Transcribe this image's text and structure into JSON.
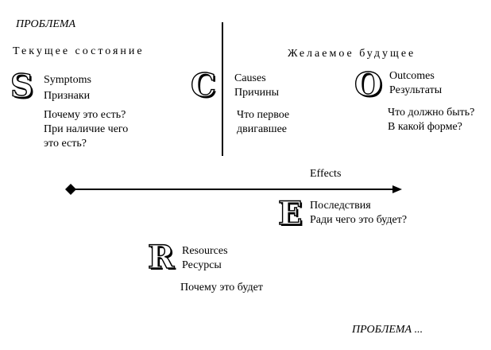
{
  "header": {
    "title": "ПРОБЛЕМА"
  },
  "footer": {
    "title": "ПРОБЛЕМА ..."
  },
  "current_state": {
    "label": "Текущее  состояние"
  },
  "desired_future": {
    "label": "Желаемое  будущее"
  },
  "s_block": {
    "letter": "S",
    "name_en": "Symptoms",
    "name_ru": "Признаки",
    "q1": "Почему это есть?",
    "q2": "При наличие чего",
    "q3": "это есть?"
  },
  "c_block": {
    "letter": "C",
    "name_en": "Causes",
    "name_ru": "Причины",
    "q1": "Что первое",
    "q2": "двигавшее"
  },
  "o_block": {
    "letter": "O",
    "name_en": "Outcomes",
    "name_ru": "Результаты",
    "q1": "Что должно быть?",
    "q2": "В какой форме?"
  },
  "effects": {
    "label": "Effects"
  },
  "e_block": {
    "letter": "E",
    "name_ru": "Последствия",
    "q1": "Ради чего это будет?"
  },
  "r_block": {
    "letter": "R",
    "name_en": "Resources",
    "name_ru": "Ресурсы",
    "q1": "Почему это будет"
  }
}
